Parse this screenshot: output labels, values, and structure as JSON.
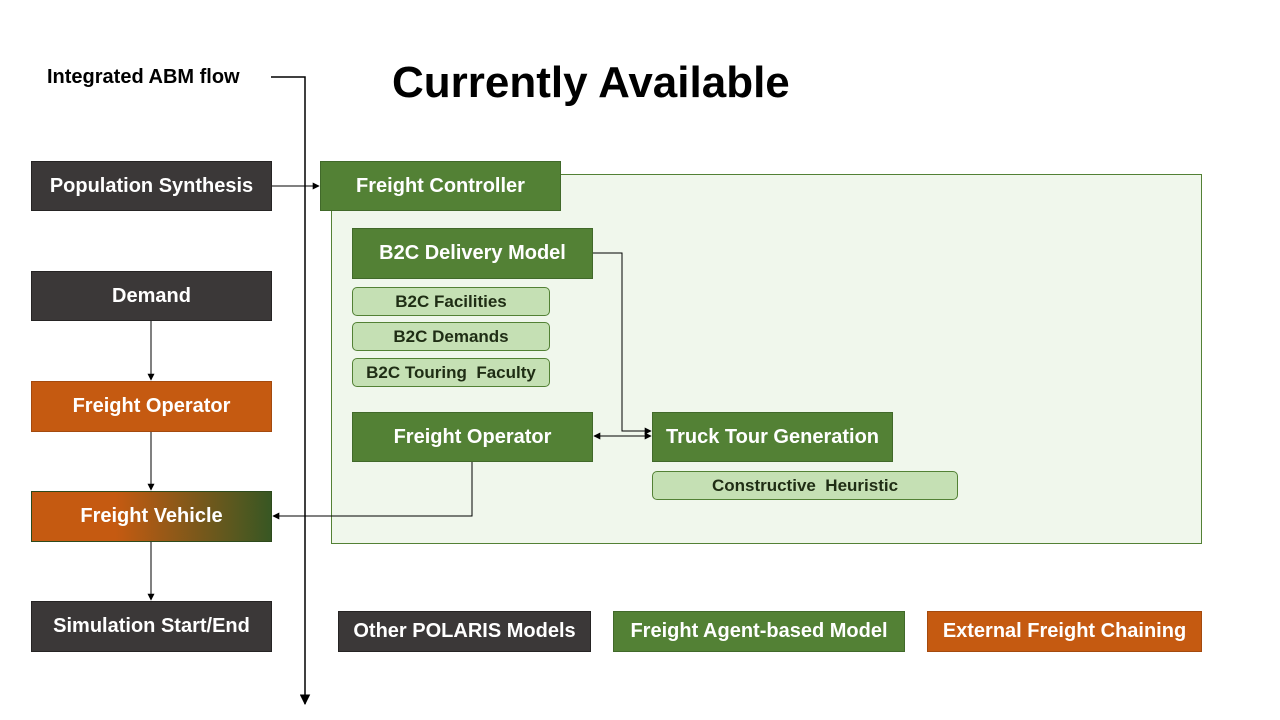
{
  "title": "Currently Available",
  "flow_label": "Integrated ABM flow",
  "left_column": {
    "population_synthesis": "Population Synthesis",
    "demand": "Demand",
    "freight_operator": "Freight Operator",
    "freight_vehicle": "Freight Vehicle",
    "simulation": "Simulation Start/End"
  },
  "freight_abm": {
    "controller": "Freight Controller",
    "b2c_delivery_model": "B2C Delivery Model",
    "b2c_facilities": "B2C Facilities",
    "b2c_demands": "B2C Demands",
    "b2c_touring": "B2C Touring  Faculty",
    "freight_operator": "Freight Operator",
    "truck_tour_generation": "Truck Tour Generation",
    "constructive_heuristic": "Constructive  Heuristic"
  },
  "legend": {
    "other_models": "Other POLARIS Models",
    "freight_abm": "Freight Agent-based Model",
    "external_chaining": "External Freight Chaining"
  },
  "colors": {
    "dark": "#3b3838",
    "green": "#538135",
    "orange": "#c55a11",
    "light_green": "#c5e0b4",
    "panel": "#f0f7ec"
  }
}
